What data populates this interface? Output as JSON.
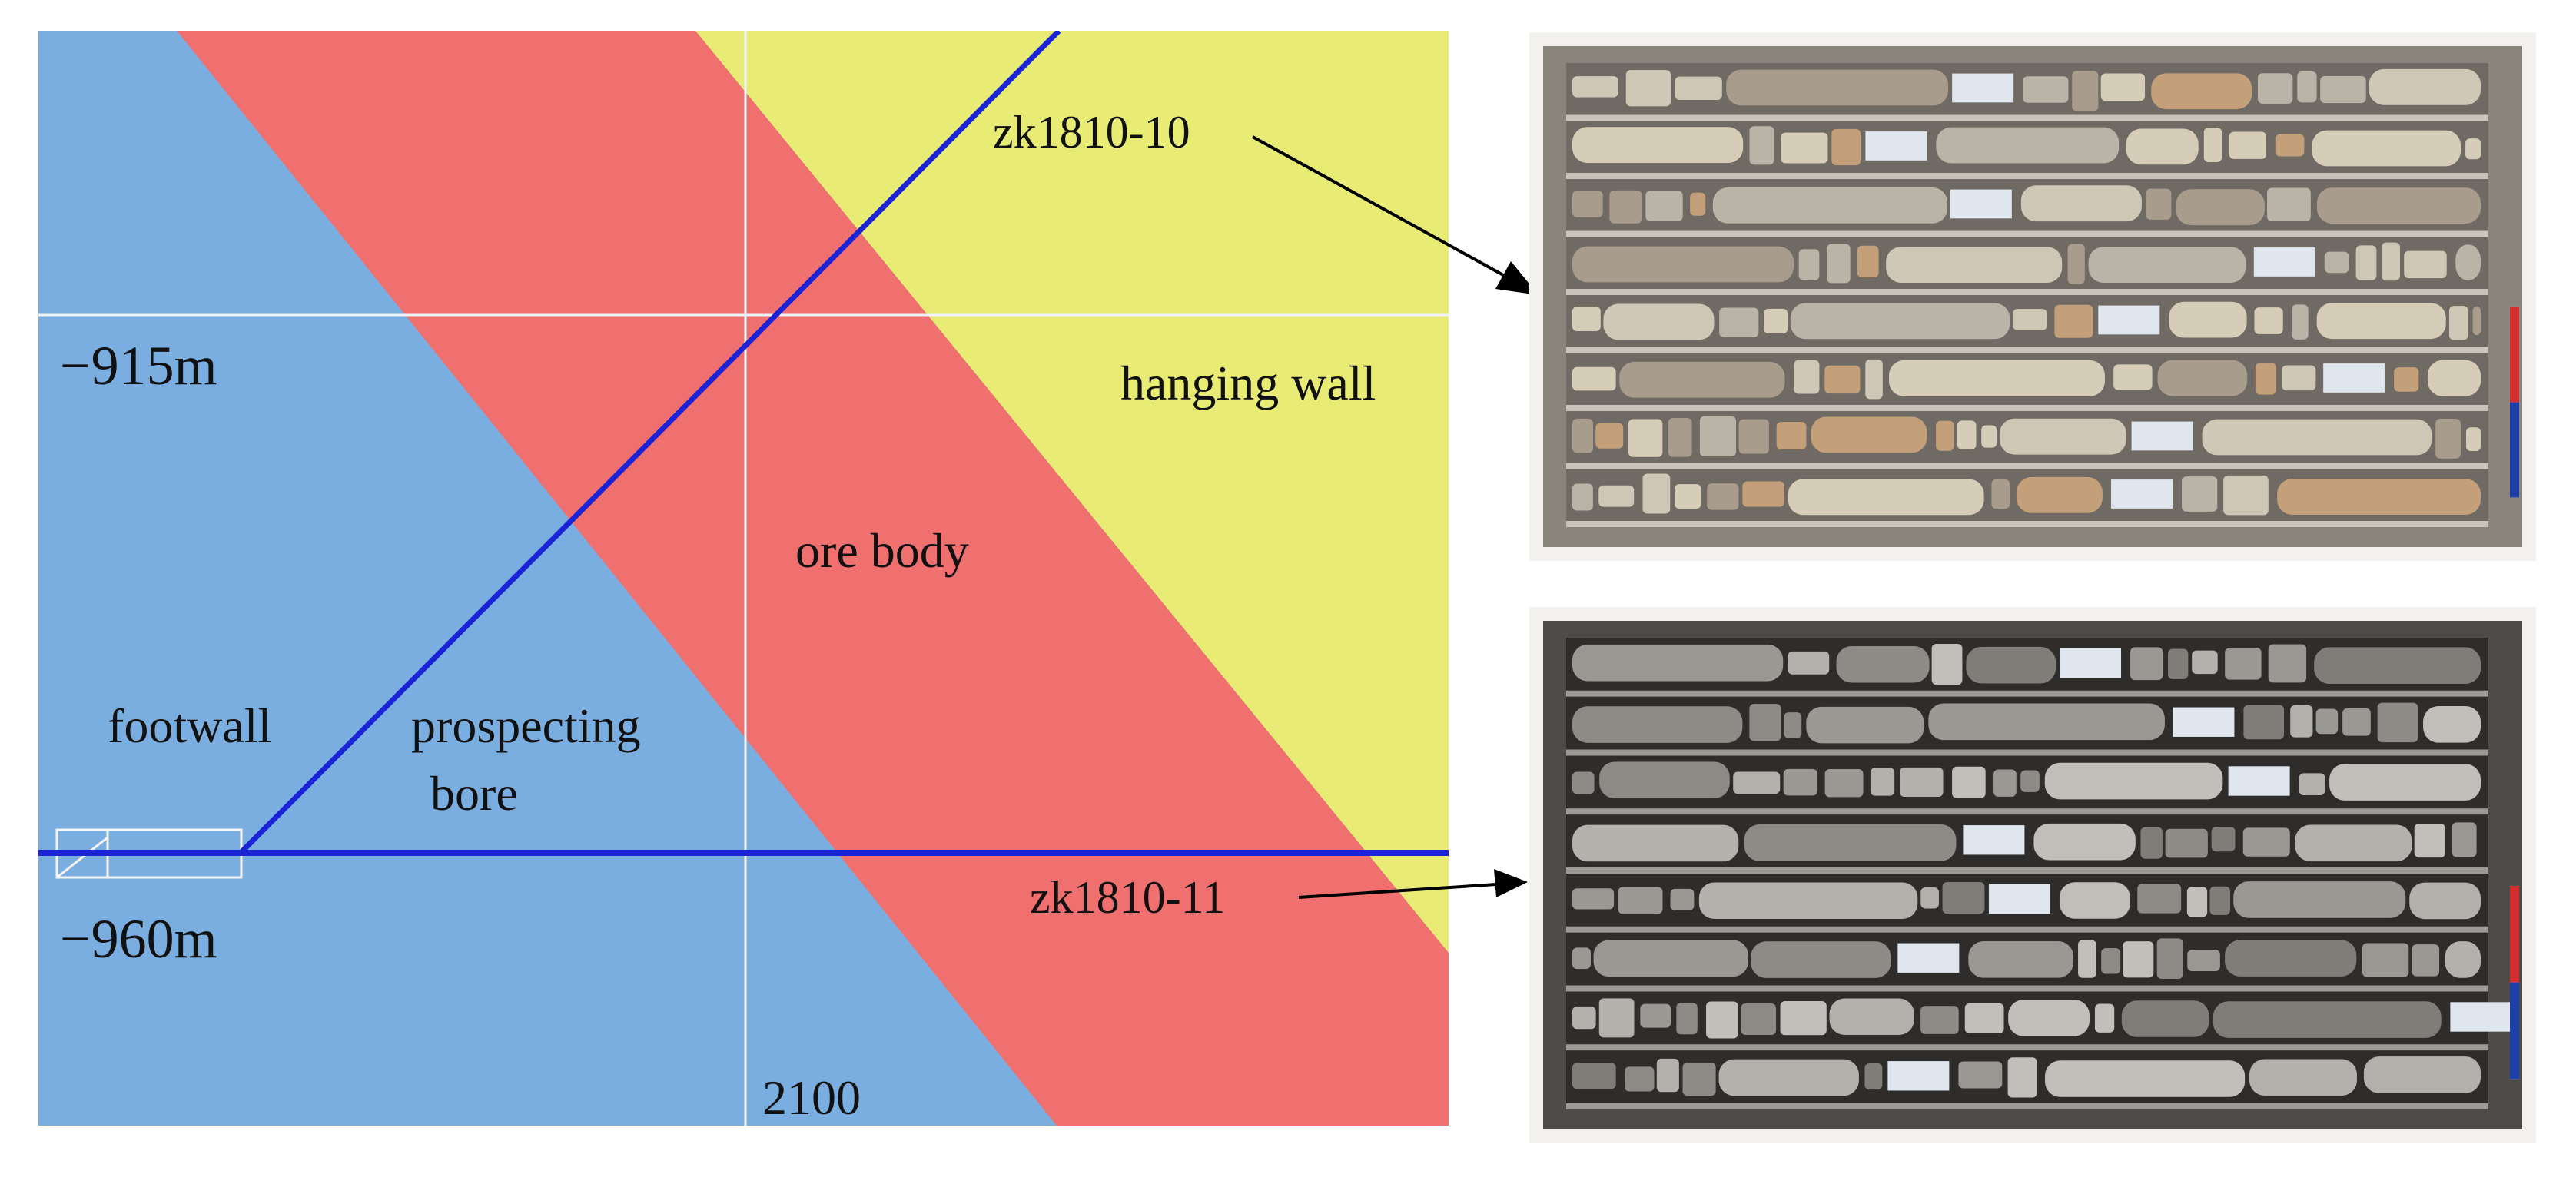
{
  "section": {
    "labels": {
      "level_upper": "−915m",
      "level_lower": "−960m",
      "hanging_wall": "hanging wall",
      "ore_body": "ore body",
      "footwall": "footwall",
      "prospecting_line1": "prospecting",
      "prospecting_line2": "bore",
      "grid_x": "2100"
    },
    "colors": {
      "footwall": "#7aaee0",
      "ore_body": "#f07070",
      "hanging_wall": "#e8ec74",
      "bore_line": "#1a24d6",
      "grid": "#eef3f8"
    }
  },
  "boreholes": [
    {
      "id": "zk1810-10",
      "core_tone": "light"
    },
    {
      "id": "zk1810-11",
      "core_tone": "dark"
    }
  ],
  "core_boxes": {
    "light": {
      "frame": "#8a857c",
      "row_bg": "#6f6a63",
      "divider": "#c9c4ba",
      "core_colors": [
        "#cfc7b6",
        "#c4a07a",
        "#b9b3a8",
        "#d6cdb9",
        "#a89c8c"
      ]
    },
    "dark": {
      "frame": "#4e4c49",
      "row_bg": "#2e2d2b",
      "divider": "#9c9a95",
      "core_colors": [
        "#9a9893",
        "#b3b1ab",
        "#7f7d78",
        "#c1bfb9",
        "#8d8b86"
      ]
    }
  }
}
